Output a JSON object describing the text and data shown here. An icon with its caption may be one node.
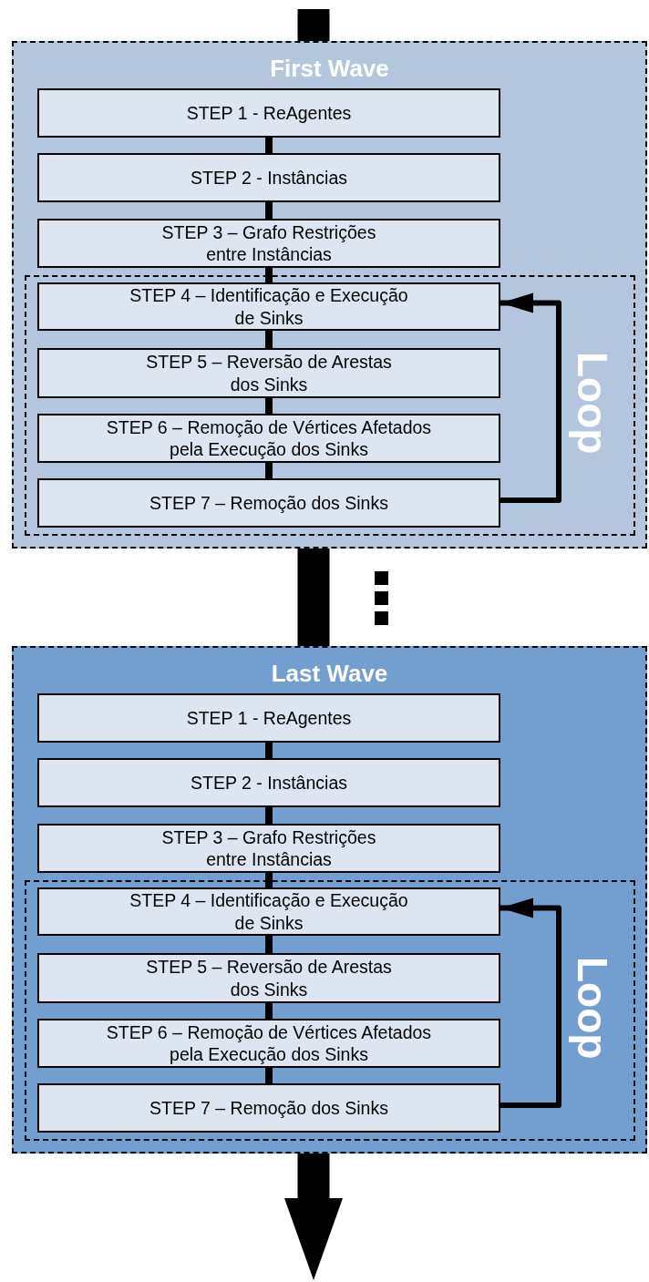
{
  "diagram": {
    "nodes": [
      {
        "text": [
          "First Wave"
        ]
      },
      {
        "text": [
          "STEP 1 - ReAgentes"
        ],
        "in": 0
      },
      {
        "text": [
          "STEP 2 - Instâncias"
        ],
        "in": 0
      },
      {
        "text": [
          "STEP 3 – Grafo Restrições entre Instâncias"
        ],
        "in": 0
      },
      {
        "text": [
          "Loop"
        ],
        "in": 0
      },
      {
        "text": [
          "STEP 4 – Identificação e Execução de Sinks"
        ],
        "in": 4
      },
      {
        "text": [
          "STEP 5 – Reversão de Arestas dos Sinks"
        ],
        "in": 4
      },
      {
        "text": [
          "STEP 6 – Remoção de Vértices Afetados pela Execução dos Sinks"
        ],
        "in": 4
      },
      {
        "text": [
          "STEP 7 – Remoção dos Sinks"
        ],
        "in": 4
      },
      {
        "text": [
          "Last Wave"
        ]
      },
      {
        "text": [
          "STEP 1 - ReAgentes"
        ],
        "in": 9
      },
      {
        "text": [
          "STEP 2 - Instâncias"
        ],
        "in": 9
      },
      {
        "text": [
          "STEP 3 – Grafo Restrições entre Instâncias"
        ],
        "in": 9
      },
      {
        "text": [
          "Loop"
        ],
        "in": 9
      },
      {
        "text": [
          "STEP 4 – Identificação e Execução de Sinks"
        ],
        "in": 13
      },
      {
        "text": [
          "STEP 5 – Reversão de Arestas dos Sinks"
        ],
        "in": 13
      },
      {
        "text": [
          "STEP 6 – Remoção de Vértices Afetados pela Execução dos Sinks"
        ],
        "in": 13
      },
      {
        "text": [
          "STEP 7 – Remoção dos Sinks"
        ],
        "in": 13
      }
    ],
    "edges": [
      {
        "from": null,
        "to": 0,
        "arrow": "none",
        "style": "thick"
      },
      {
        "from": 1,
        "to": 2,
        "arrow": "none"
      },
      {
        "from": 2,
        "to": 3,
        "arrow": "none"
      },
      {
        "from": 3,
        "to": 5,
        "arrow": "none"
      },
      {
        "from": 5,
        "to": 6,
        "arrow": "none"
      },
      {
        "from": 6,
        "to": 7,
        "arrow": "none"
      },
      {
        "from": 7,
        "to": 8,
        "arrow": "none"
      },
      {
        "from": 8,
        "to": 5,
        "arrow": "to"
      },
      {
        "from": 0,
        "to": 9,
        "arrow": "none",
        "style": "thick"
      },
      {
        "from": 10,
        "to": 11,
        "arrow": "none"
      },
      {
        "from": 11,
        "to": 12,
        "arrow": "none"
      },
      {
        "from": 12,
        "to": 14,
        "arrow": "none"
      },
      {
        "from": 14,
        "to": 15,
        "arrow": "none"
      },
      {
        "from": 15,
        "to": 16,
        "arrow": "none"
      },
      {
        "from": 16,
        "to": 17,
        "arrow": "none"
      },
      {
        "from": 17,
        "to": 14,
        "arrow": "to"
      },
      {
        "from": 9,
        "to": null,
        "arrow": "to",
        "style": "thick"
      }
    ]
  }
}
